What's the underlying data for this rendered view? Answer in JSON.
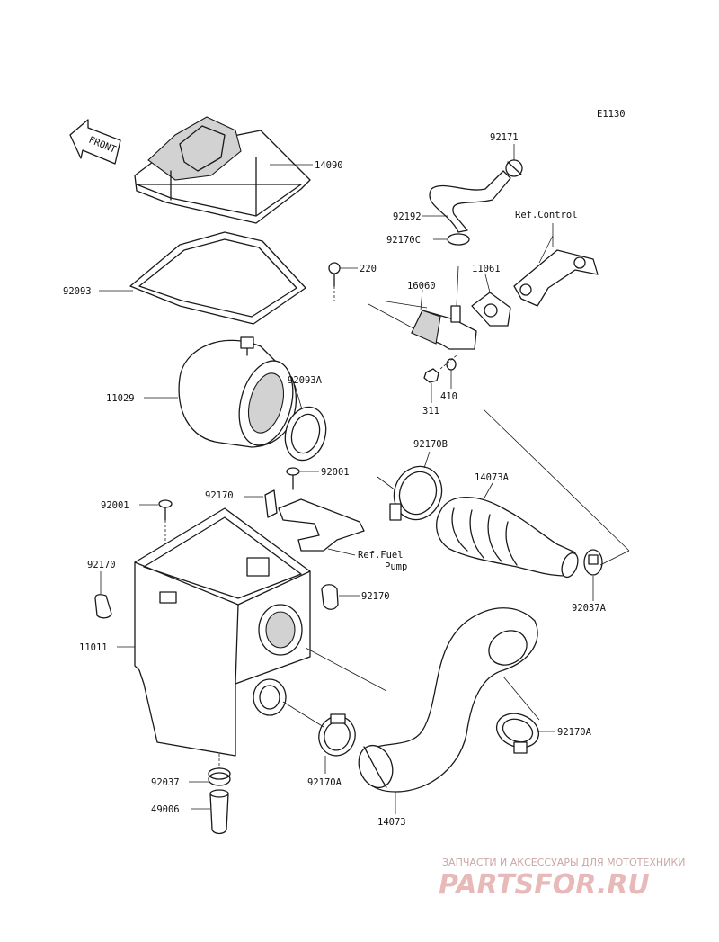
{
  "diagram_code": "E1130",
  "front_marker": "FRONT",
  "labels": {
    "p14090": "14090",
    "p92093": "92093",
    "p220": "220",
    "p11029": "11029",
    "p92093A": "92093A",
    "p92171": "92171",
    "p92192": "92192",
    "p92170C": "92170C",
    "ref_control": "Ref.Control",
    "p11061": "11061",
    "p16060": "16060",
    "p311": "311",
    "p410": "410",
    "p92001_a": "92001",
    "p92001_b": "92001",
    "p92170_a": "92170",
    "p92170_b": "92170",
    "p92170_c": "92170",
    "ref_fuel_1": "Ref.Fuel",
    "ref_fuel_2": "Pump",
    "p92170B": "92170B",
    "p14073A": "14073A",
    "p92037A": "92037A",
    "p11011": "11011",
    "p92170A_a": "92170A",
    "p92170A_b": "92170A",
    "p92037": "92037",
    "p49006": "49006",
    "p14073": "14073"
  },
  "watermark": {
    "tagline": "ЗАПЧАСТИ И АКСЕССУАРЫ ДЛЯ МОТОТЕХНИКИ",
    "brand": "PARTSFOR.RU"
  }
}
